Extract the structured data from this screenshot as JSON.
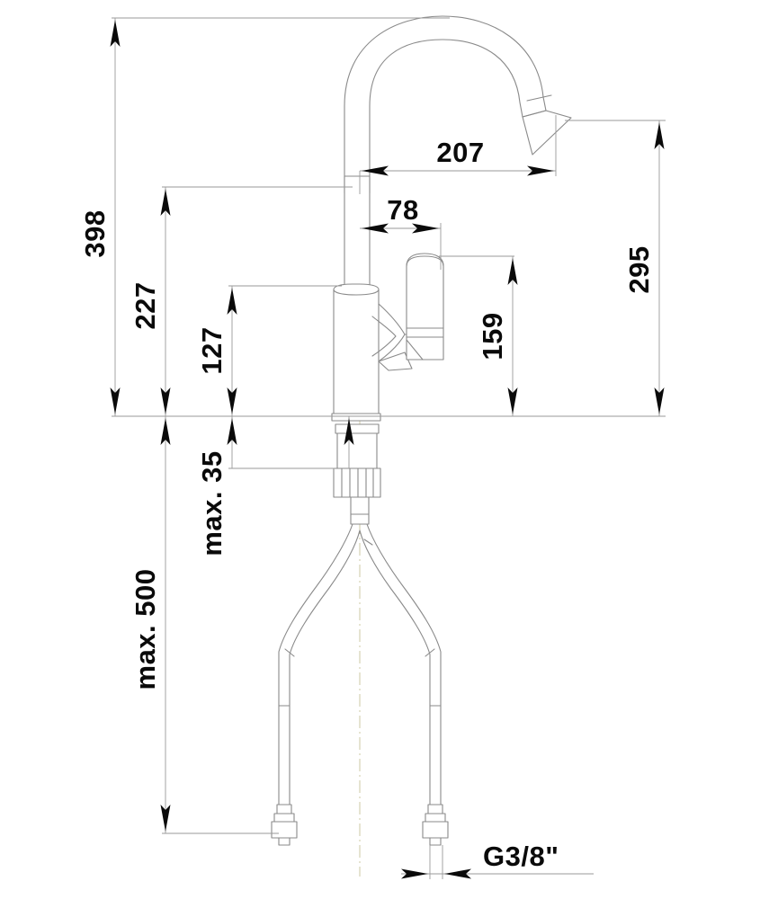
{
  "drawing": {
    "title": "Kitchen mixer tap dimensional drawing",
    "line_color": "#8a8a8a",
    "dim_color": "#9a9a9a",
    "text_color": "#0a0a0a",
    "centerline_color": "#c9c39a",
    "background": "#ffffff"
  },
  "dimensions": {
    "total_height": "398",
    "spout_height": "227",
    "body_height": "127",
    "spout_reach": "207",
    "handle_offset": "78",
    "handle_height": "159",
    "spout_tip_height": "295",
    "max_thickness": "max. 35",
    "max_hose_length": "max. 500",
    "thread_size": "G3/8\""
  },
  "labels": [
    {
      "id": "dim-398",
      "text": "398",
      "orientation": "vertical"
    },
    {
      "id": "dim-227",
      "text": "227",
      "orientation": "vertical"
    },
    {
      "id": "dim-127",
      "text": "127",
      "orientation": "vertical"
    },
    {
      "id": "dim-207",
      "text": "207",
      "orientation": "horizontal"
    },
    {
      "id": "dim-78",
      "text": "78",
      "orientation": "horizontal"
    },
    {
      "id": "dim-159",
      "text": "159",
      "orientation": "vertical"
    },
    {
      "id": "dim-295",
      "text": "295",
      "orientation": "vertical"
    },
    {
      "id": "dim-max-35",
      "text": "max. 35",
      "orientation": "vertical"
    },
    {
      "id": "dim-max-500",
      "text": "max. 500",
      "orientation": "vertical"
    },
    {
      "id": "dim-g38",
      "text": "G3/8\"",
      "orientation": "horizontal"
    }
  ]
}
